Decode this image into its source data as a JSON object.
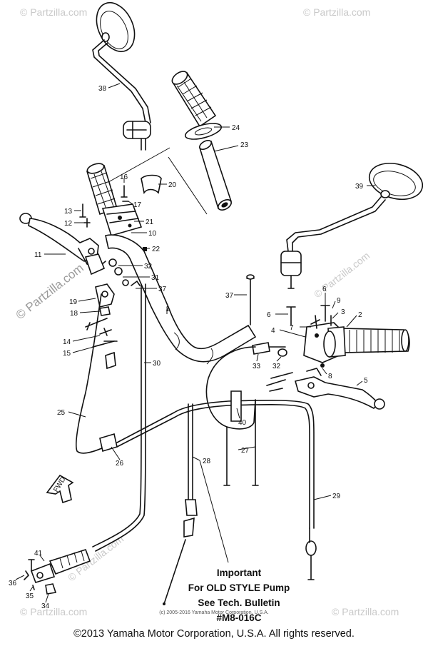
{
  "watermark": {
    "text": "© Partzilla.com"
  },
  "callouts": [
    {
      "id": "38",
      "label": "38"
    },
    {
      "id": "24",
      "label": "24"
    },
    {
      "id": "23",
      "label": "23"
    },
    {
      "id": "16",
      "label": "16"
    },
    {
      "id": "20",
      "label": "20"
    },
    {
      "id": "17",
      "label": "17"
    },
    {
      "id": "13",
      "label": "13"
    },
    {
      "id": "21",
      "label": "21"
    },
    {
      "id": "12",
      "label": "12"
    },
    {
      "id": "10",
      "label": "10"
    },
    {
      "id": "22",
      "label": "22"
    },
    {
      "id": "11",
      "label": "11"
    },
    {
      "id": "32a",
      "label": "32"
    },
    {
      "id": "31",
      "label": "31"
    },
    {
      "id": "37a",
      "label": "37"
    },
    {
      "id": "19",
      "label": "19"
    },
    {
      "id": "18",
      "label": "18"
    },
    {
      "id": "14",
      "label": "14"
    },
    {
      "id": "15",
      "label": "15"
    },
    {
      "id": "1",
      "label": "1"
    },
    {
      "id": "39",
      "label": "39"
    },
    {
      "id": "37b",
      "label": "37"
    },
    {
      "id": "6a",
      "label": "6"
    },
    {
      "id": "9",
      "label": "9"
    },
    {
      "id": "6b",
      "label": "6"
    },
    {
      "id": "3",
      "label": "3"
    },
    {
      "id": "2",
      "label": "2"
    },
    {
      "id": "7",
      "label": "7"
    },
    {
      "id": "4",
      "label": "4"
    },
    {
      "id": "33",
      "label": "33"
    },
    {
      "id": "32b",
      "label": "32"
    },
    {
      "id": "8",
      "label": "8"
    },
    {
      "id": "5",
      "label": "5"
    },
    {
      "id": "30",
      "label": "30"
    },
    {
      "id": "25",
      "label": "25"
    },
    {
      "id": "40",
      "label": "40"
    },
    {
      "id": "26",
      "label": "26"
    },
    {
      "id": "28",
      "label": "28"
    },
    {
      "id": "27",
      "label": "27"
    },
    {
      "id": "29",
      "label": "29"
    },
    {
      "id": "41",
      "label": "41"
    },
    {
      "id": "36",
      "label": "36"
    },
    {
      "id": "35",
      "label": "35"
    },
    {
      "id": "34",
      "label": "34"
    }
  ],
  "fwd_label": "FWD",
  "note": {
    "line1": "Important",
    "line2": "For OLD STYLE Pump",
    "line3": "See Tech. Bulletin",
    "line4": "#M8-016C"
  },
  "small_copyright": "(c) 2005-2016 Yamaha Motor Corporation, U.S.A.",
  "copyright": "©2013 Yamaha Motor Corporation, U.S.A. All rights reserved."
}
